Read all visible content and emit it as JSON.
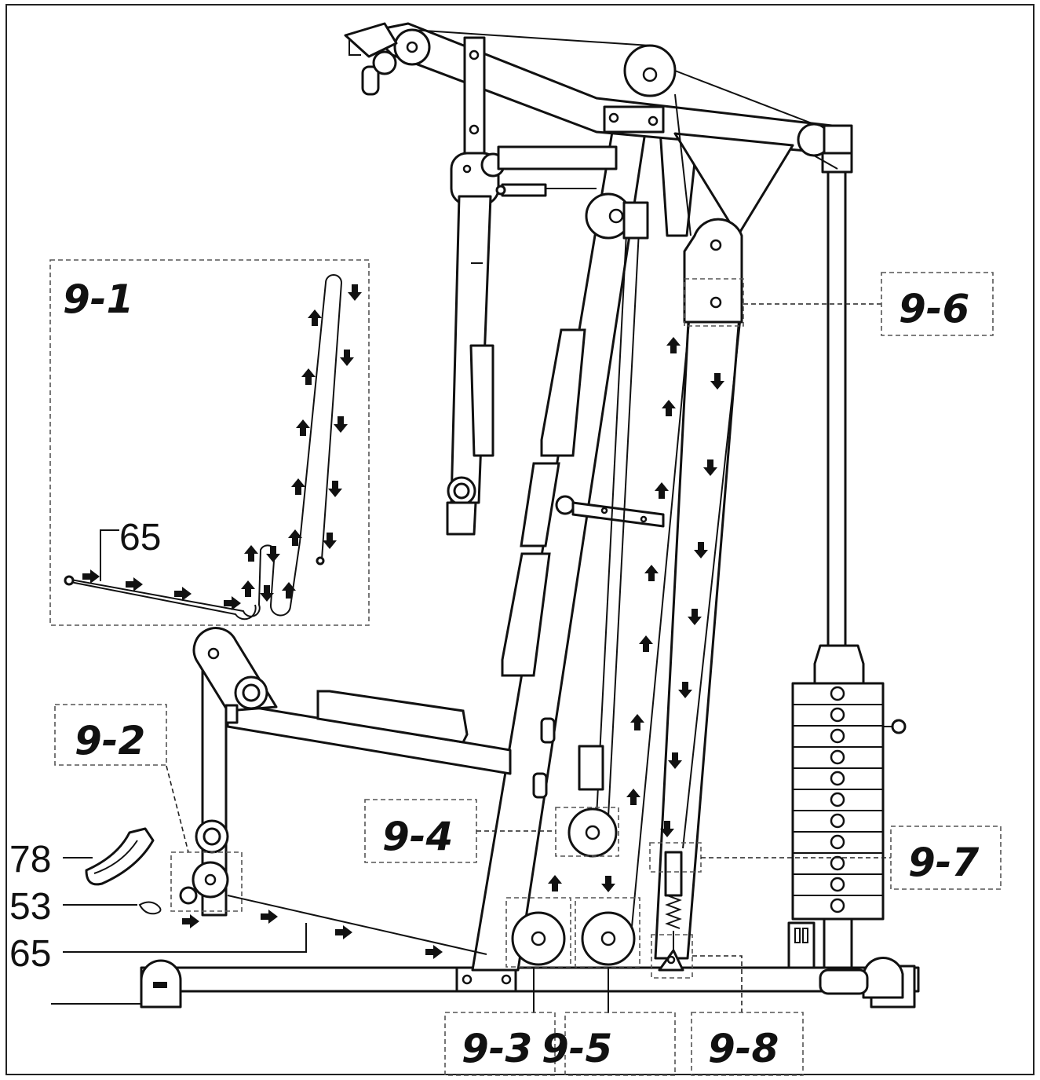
{
  "labels": {
    "l91": "9-1",
    "l92": "9-2",
    "l93": "9-3",
    "l94": "9-4",
    "l95": "9-5",
    "l96": "9-6",
    "l97": "9-7",
    "l98": "9-8"
  },
  "callouts": {
    "c78": "78",
    "c53": "53",
    "c65_left": "65",
    "c65_inset": "65"
  }
}
